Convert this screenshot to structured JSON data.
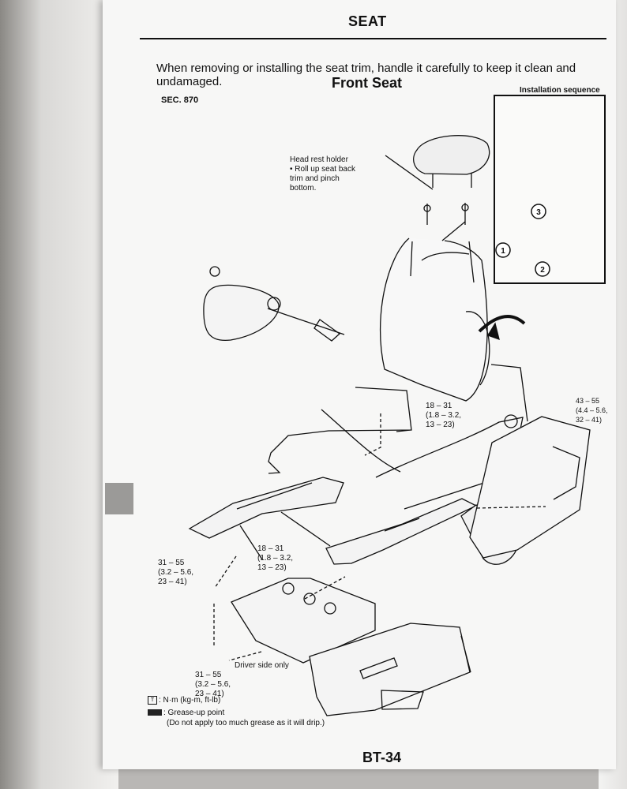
{
  "page": {
    "section_title": "SEAT",
    "note": "When removing or installing the seat trim, handle it carefully to keep it clean and undamaged.",
    "diagram_title": "Front Seat",
    "section_ref": "SEC. 870",
    "install_label": "Installation sequence",
    "install_steps": [
      "1",
      "2",
      "3"
    ],
    "callouts": {
      "headrest": "Head rest holder\n• Roll up seat back\n  trim and pinch\n  bottom.",
      "torque_a": "18 – 31\n(1.8 – 3.2,\n13 – 23)",
      "torque_b": "43 – 55\n(4.4 – 5.6,\n32 – 41)",
      "torque_c": "31 – 55\n(3.2 – 5.6,\n23 – 41)",
      "torque_d": "18 – 31\n(1.8 – 3.2,\n13 – 23)",
      "driver_only": "Driver side only",
      "torque_e": "31 – 55\n(3.2 – 5.6,\n23 – 41)"
    },
    "legend": {
      "torque_unit": ": N·m (kg-m, ft-lb)",
      "grease": ": Grease-up point",
      "grease_note": "(Do not apply too much grease as it will drip.)"
    },
    "page_number": "BT-34"
  }
}
